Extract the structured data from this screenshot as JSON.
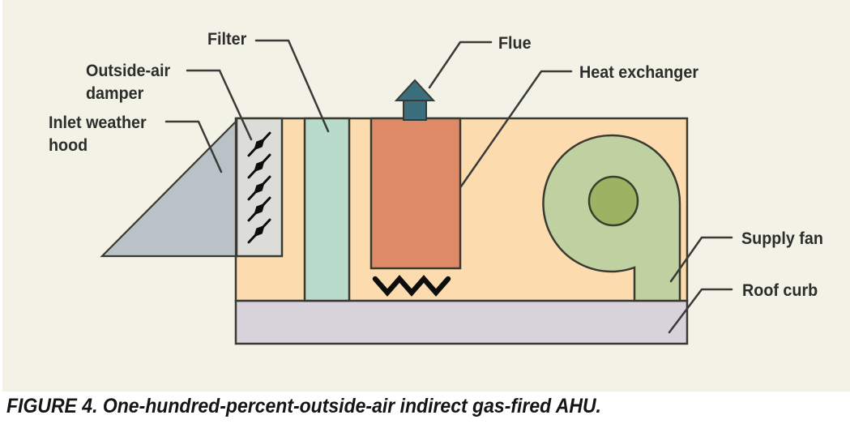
{
  "figure": {
    "caption": "FIGURE 4. One-hundred-percent-outside-air indirect gas-fired AHU."
  },
  "labels": {
    "filter": "Filter",
    "outside_air_damper": {
      "line1": "Outside-air",
      "line2": "damper"
    },
    "inlet_weather_hood": {
      "line1": "Inlet weather",
      "line2": "hood"
    },
    "flue": "Flue",
    "heat_exchanger": "Heat exchanger",
    "supply_fan": "Supply fan",
    "roof_curb": "Roof curb"
  },
  "colors": {
    "page_background": "#ffffff",
    "panel_background": "#f2f3e6",
    "cabinet": "#fcdcae",
    "hood": "#b9c3c7",
    "damper": "#dcdcd8",
    "filter": "#b8dbcb",
    "heat_exchanger": "#df8a66",
    "flue": "#3c6f7e",
    "fan_body": "#c0d1a1",
    "fan_hub": "#9cb363",
    "roof_curb": "#d8d3da",
    "outline": "#3a3a32",
    "leader_line": "#3a3a38",
    "label_text": "#2d2d2b",
    "caption_text": "#151515"
  }
}
